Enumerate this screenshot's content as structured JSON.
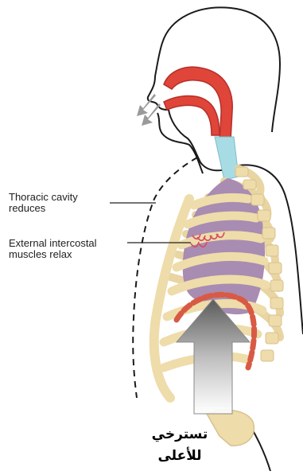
{
  "labels": {
    "thoracic_line1": "Thoracic cavity",
    "thoracic_line2": "reduces",
    "intercostal_line1": "External intercostal",
    "intercostal_line2": "muscles  relax"
  },
  "caption": {
    "line1": "تسترخي",
    "line2": "للأعلى"
  },
  "colors": {
    "airway_red": "#e0453a",
    "trachea_blue": "#a8dce4",
    "lung_purple": "#a88cb2",
    "rib_beige": "#eedcaa",
    "rib_outline": "#d9c18e",
    "diaphragm_red": "#d95a44",
    "exhale_arrow_gray": "#9a9a9a",
    "body_outline": "#1a1a1a"
  },
  "icons": {
    "exhale_arrows": "double-arrow-out-icon",
    "diaphragm_arrow": "up-arrow-icon"
  }
}
